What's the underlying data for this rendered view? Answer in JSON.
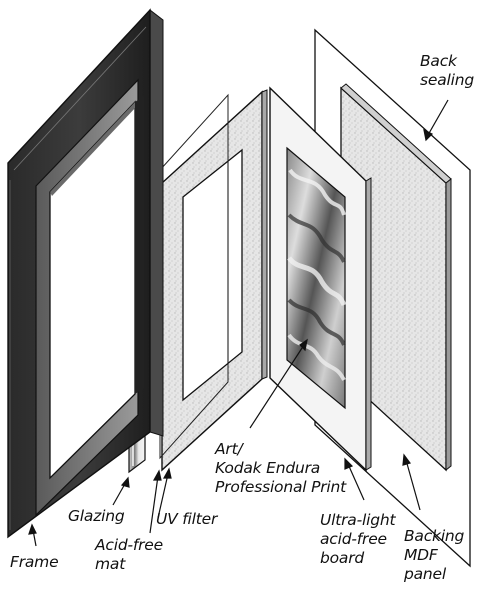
{
  "diagram": {
    "labels": {
      "back_sealing": [
        "Back",
        "sealing"
      ],
      "glazing": "Glazing",
      "uv_filter": "UV filter",
      "frame": "Frame",
      "acid_free_mat": [
        "Acid-free",
        "mat"
      ],
      "art": [
        "Art/",
        "Kodak Endura",
        "Professional Print"
      ],
      "ultra_light_board": [
        "Ultra-light",
        "acid-free",
        "board"
      ],
      "backing_panel": [
        "Backing",
        "MDF",
        "panel"
      ]
    }
  }
}
